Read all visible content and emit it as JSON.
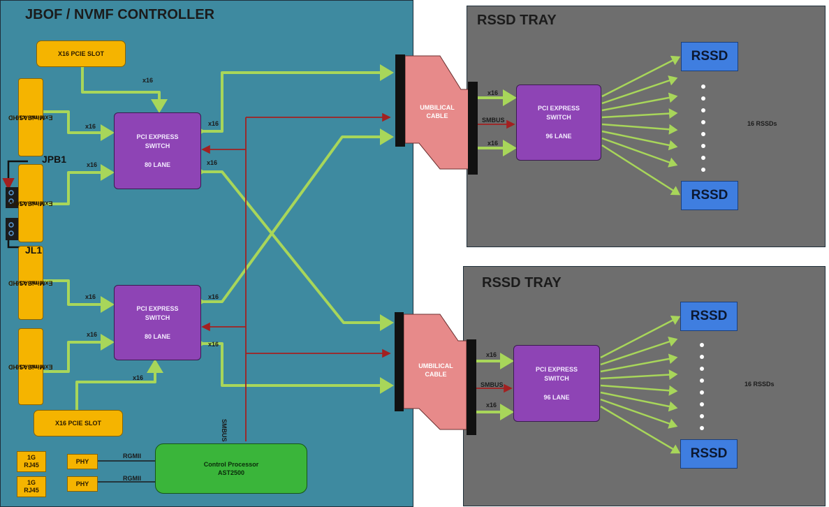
{
  "controller": {
    "title": "JBOF / NVMF CONTROLLER",
    "pcie_slot_top": "X16 PCIE SLOT",
    "pcie_slot_bottom": "X16 PCIE SLOT",
    "minisas": [
      {
        "line1": "MiniSAS HD",
        "line2": "External x16"
      },
      {
        "line1": "MiniSAS HD",
        "line2": "External x16"
      },
      {
        "line1": "MiniSAS HD",
        "line2": "External x16"
      },
      {
        "line1": "MiniSAS HD",
        "line2": "External x16"
      }
    ],
    "jumper_jpb1": "JPB1",
    "jumper_jl1": "JL1",
    "switch_top": {
      "line1": "PCI EXPRESS",
      "line2": "SWITCH",
      "line3": "80 LANE"
    },
    "switch_bottom": {
      "line1": "PCI EXPRESS",
      "line2": "SWITCH",
      "line3": "80 LANE"
    },
    "control_processor": {
      "line1": "Control Processor",
      "line2": "AST2500"
    },
    "phy_label": "PHY",
    "rj45": {
      "line1": "1G",
      "line2": "RJ45"
    },
    "rgmii_label": "RGMII",
    "smbus_vertical": "SMBUS",
    "x16_label": "x16"
  },
  "trays": [
    {
      "title": "RSSD TRAY",
      "cable": {
        "line1": "UMBILICAL",
        "line2": "CABLE"
      },
      "switch": {
        "line1": "PCI EXPRESS",
        "line2": "SWITCH",
        "line3": "96 LANE"
      },
      "rssd_top": "RSSD",
      "rssd_bottom": "RSSD",
      "count_label": "16 RSSDs",
      "smbus_label": "SMBUS",
      "x16_label": "x16"
    },
    {
      "title": "RSSD TRAY",
      "cable": {
        "line1": "UMBILICAL",
        "line2": "CABLE"
      },
      "switch": {
        "line1": "PCI EXPRESS",
        "line2": "SWITCH",
        "line3": "96 LANE"
      },
      "rssd_top": "RSSD",
      "rssd_bottom": "RSSD",
      "count_label": "16 RSSDs",
      "smbus_label": "SMBUS",
      "x16_label": "x16"
    }
  ],
  "colors": {
    "controller_bg": "#3e8aa0",
    "tray_bg": "#6e6e6e",
    "link_green": "#a8d65a",
    "smbus_red": "#a32020",
    "cable_pink": "#e78a8a",
    "connector_black": "#111111"
  }
}
